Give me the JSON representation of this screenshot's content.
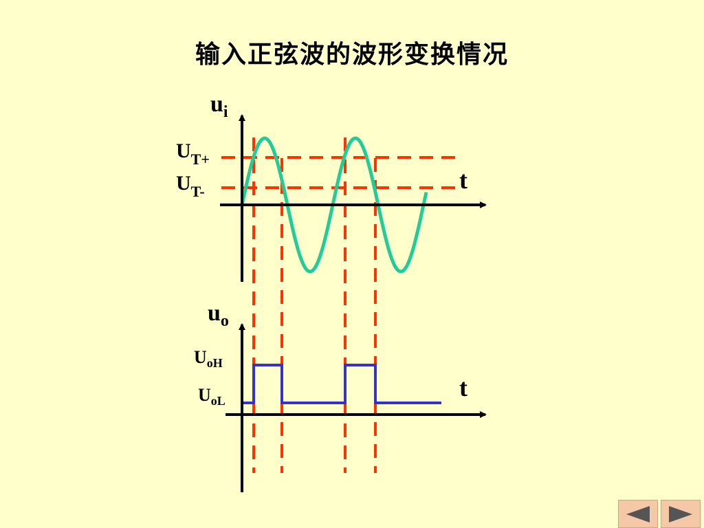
{
  "title": "输入正弦波的波形变换情况",
  "input_graph": {
    "y_label": "u",
    "y_label_sub": "i",
    "x_label": "t",
    "upper_threshold_label": "U",
    "upper_threshold_sub": "T+",
    "lower_threshold_label": "U",
    "lower_threshold_sub": "T-"
  },
  "output_graph": {
    "y_label": "u",
    "y_label_sub": "o",
    "x_label": "t",
    "high_level_label": "U",
    "high_level_sub": "oH",
    "low_level_label": "U",
    "low_level_sub": "oL"
  },
  "colors": {
    "sine": "#22cc99",
    "square": "#3333cc",
    "dashed": "#ff3300",
    "axis": "#000000",
    "background": "#ffffcc"
  },
  "nav": {
    "prev_icon": "triangle-left-icon",
    "next_icon": "triangle-right-icon"
  }
}
